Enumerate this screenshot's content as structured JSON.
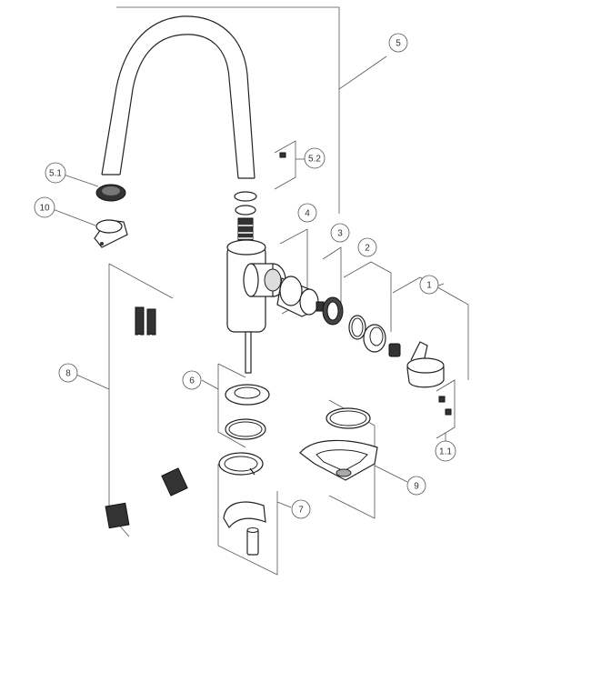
{
  "diagram": {
    "callouts": [
      {
        "id": "c1",
        "label": "1"
      },
      {
        "id": "c1_1",
        "label": "1.1"
      },
      {
        "id": "c2",
        "label": "2"
      },
      {
        "id": "c3",
        "label": "3"
      },
      {
        "id": "c4",
        "label": "4"
      },
      {
        "id": "c5",
        "label": "5"
      },
      {
        "id": "c5_1",
        "label": "5.1"
      },
      {
        "id": "c5_2",
        "label": "5.2"
      },
      {
        "id": "c6",
        "label": "6"
      },
      {
        "id": "c7",
        "label": "7"
      },
      {
        "id": "c8",
        "label": "8"
      },
      {
        "id": "c9",
        "label": "9"
      },
      {
        "id": "c10",
        "label": "10"
      }
    ]
  }
}
